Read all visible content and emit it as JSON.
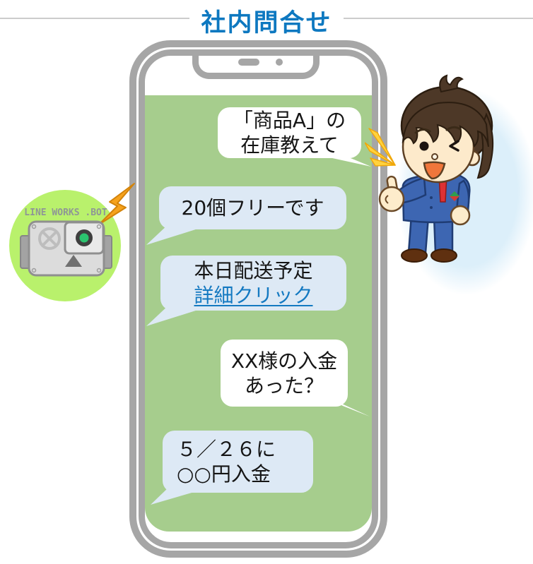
{
  "header": {
    "title": "社内問合せ"
  },
  "chat": {
    "messages": [
      {
        "sender": "user",
        "bubble_color": "white",
        "line1": "「商品A」の",
        "line2": "在庫教えて"
      },
      {
        "sender": "bot",
        "bubble_color": "light-blue",
        "line1": "20個フリーです"
      },
      {
        "sender": "bot",
        "bubble_color": "light-blue",
        "line1": "本日配送予定",
        "link_label": "詳細クリック"
      },
      {
        "sender": "user",
        "bubble_color": "white",
        "line1": "XX様の入金",
        "line2": "あった？"
      },
      {
        "sender": "bot",
        "bubble_color": "light-blue",
        "line1": "５／２６に",
        "line2": "○○円入金"
      }
    ]
  },
  "bot": {
    "label": "LINE WORKS .BOT"
  },
  "illustrations": {
    "left_avatar": "robot-bot-in-green-circle-with-lightning-bolt",
    "right_avatar": "businessman-winking-thumbs-up",
    "phone": "smartphone-outline-with-notch"
  },
  "colors": {
    "title_blue": "#0d78c0",
    "link_blue": "#1479c1",
    "screen_green": "#a6cd8d",
    "bubble_light_blue": "#dde9f5",
    "bubble_white": "#ffffff",
    "phone_frame_gray": "#a6a6a6",
    "bot_circle_green": "#b9f16c",
    "bolt_orange": "#f6a21c",
    "burst_yellow": "#ffd23e"
  }
}
